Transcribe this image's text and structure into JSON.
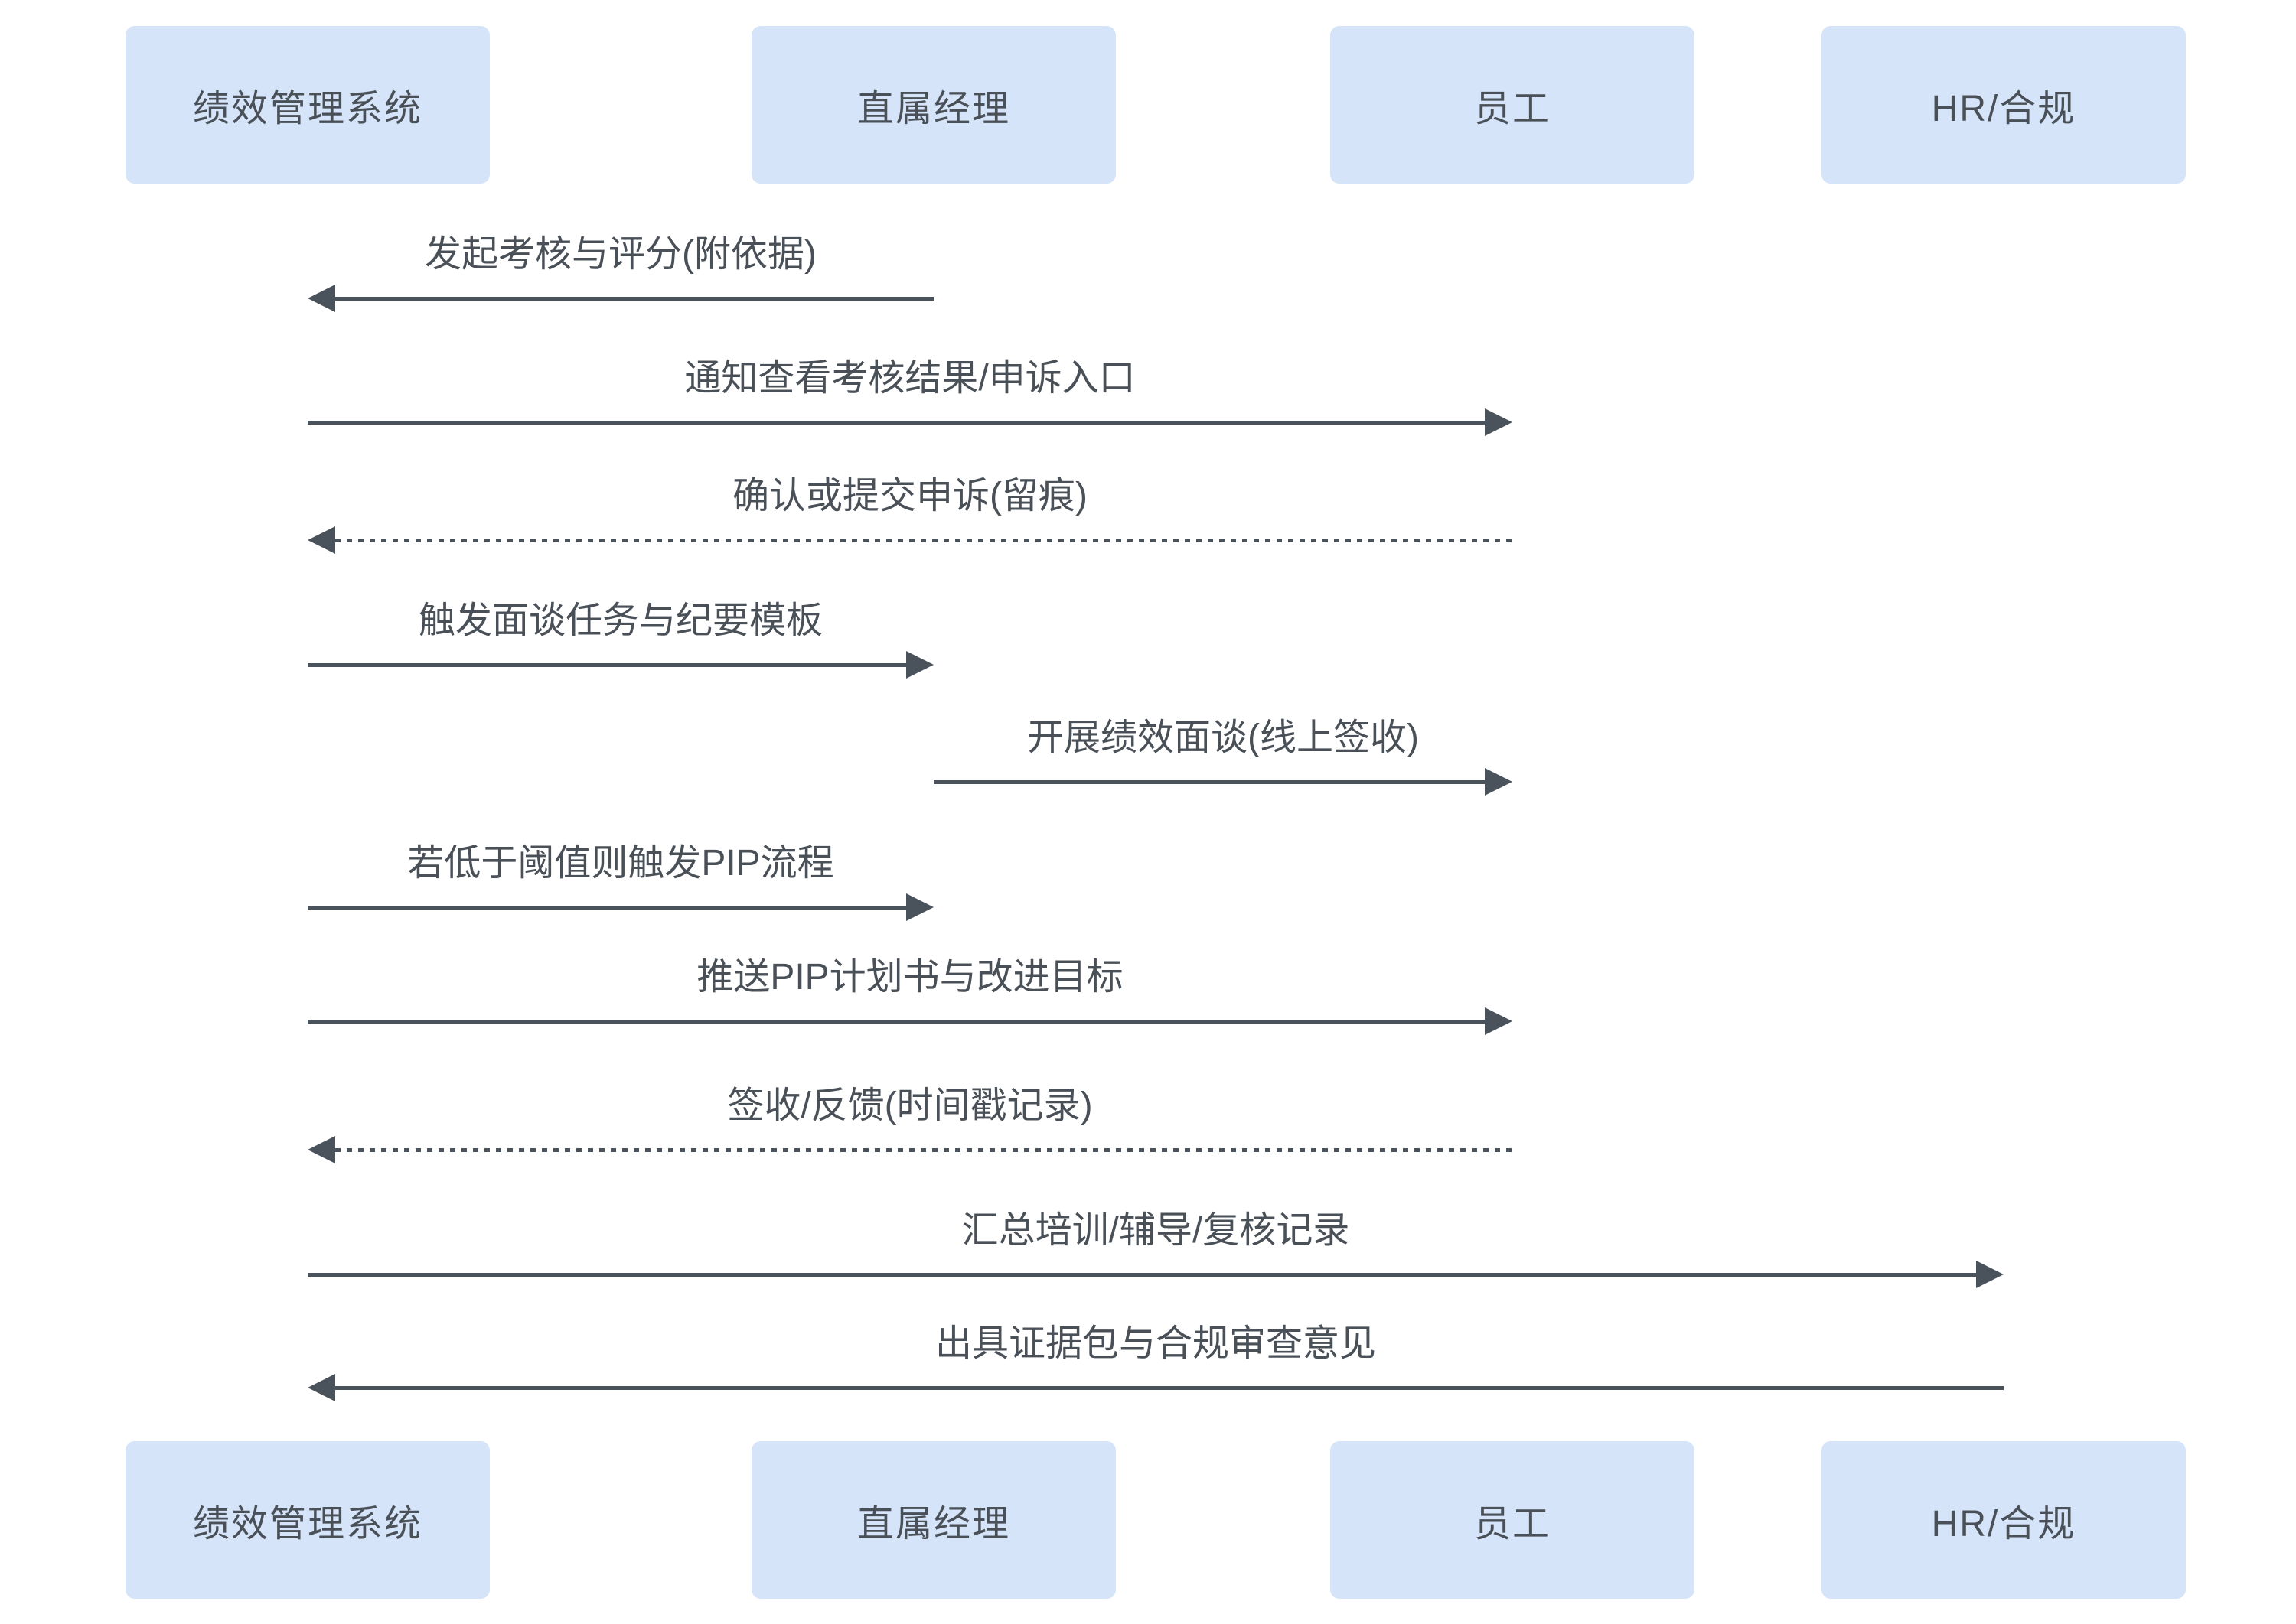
{
  "diagram": {
    "type": "sequence-diagram",
    "colors": {
      "background": "#ffffff",
      "actor_fill": "#d6e4f9",
      "actor_text": "#4a5057",
      "message_text": "#4a5057",
      "arrow": "#4a525b"
    },
    "actors": [
      {
        "id": "system",
        "label": "绩效管理系统"
      },
      {
        "id": "manager",
        "label": "直属经理"
      },
      {
        "id": "employee",
        "label": "员工"
      },
      {
        "id": "hr",
        "label": "HR/合规"
      }
    ],
    "messages": [
      {
        "label": "发起考核与评分(附依据)",
        "from": "manager",
        "to": "system",
        "style": "solid"
      },
      {
        "label": "通知查看考核结果/申诉入口",
        "from": "system",
        "to": "employee",
        "style": "solid"
      },
      {
        "label": "确认或提交申诉(留痕)",
        "from": "employee",
        "to": "system",
        "style": "dashed"
      },
      {
        "label": "触发面谈任务与纪要模板",
        "from": "system",
        "to": "manager",
        "style": "solid"
      },
      {
        "label": "开展绩效面谈(线上签收)",
        "from": "manager",
        "to": "employee",
        "style": "solid"
      },
      {
        "label": "若低于阈值则触发PIP流程",
        "from": "system",
        "to": "manager",
        "style": "solid"
      },
      {
        "label": "推送PIP计划书与改进目标",
        "from": "system",
        "to": "employee",
        "style": "solid"
      },
      {
        "label": "签收/反馈(时间戳记录)",
        "from": "employee",
        "to": "system",
        "style": "dashed"
      },
      {
        "label": "汇总培训/辅导/复核记录",
        "from": "system",
        "to": "hr",
        "style": "solid"
      },
      {
        "label": "出具证据包与合规审查意见",
        "from": "hr",
        "to": "system",
        "style": "solid"
      }
    ]
  }
}
